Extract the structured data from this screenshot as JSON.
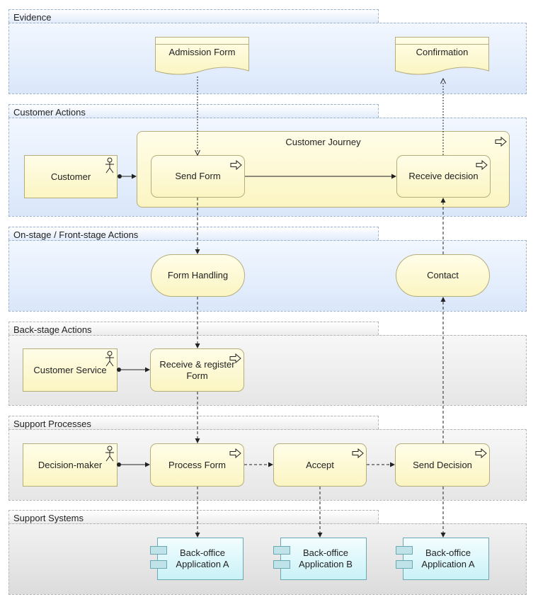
{
  "lanes": {
    "evidence": "Evidence",
    "customer_actions": "Customer Actions",
    "front_stage": "On-stage / Front-stage Actions",
    "back_stage": "Back-stage Actions",
    "support_processes": "Support Processes",
    "support_systems": "Support Systems"
  },
  "evidence": {
    "admission_form": "Admission Form",
    "confirmation": "Confirmation"
  },
  "customer": {
    "actor": "Customer",
    "journey_title": "Customer Journey",
    "send_form": "Send Form",
    "receive_decision": "Receive decision"
  },
  "front_stage": {
    "form_handling": "Form Handling",
    "contact": "Contact"
  },
  "back_stage": {
    "actor": "Customer Service",
    "receive_register": "Receive & register Form"
  },
  "support_processes": {
    "actor": "Decision-maker",
    "process_form": "Process Form",
    "accept": "Accept",
    "send_decision": "Send Decision"
  },
  "support_systems": {
    "app1": "Back-office Application A",
    "app2": "Back-office Application B",
    "app3": "Back-office Application A"
  }
}
